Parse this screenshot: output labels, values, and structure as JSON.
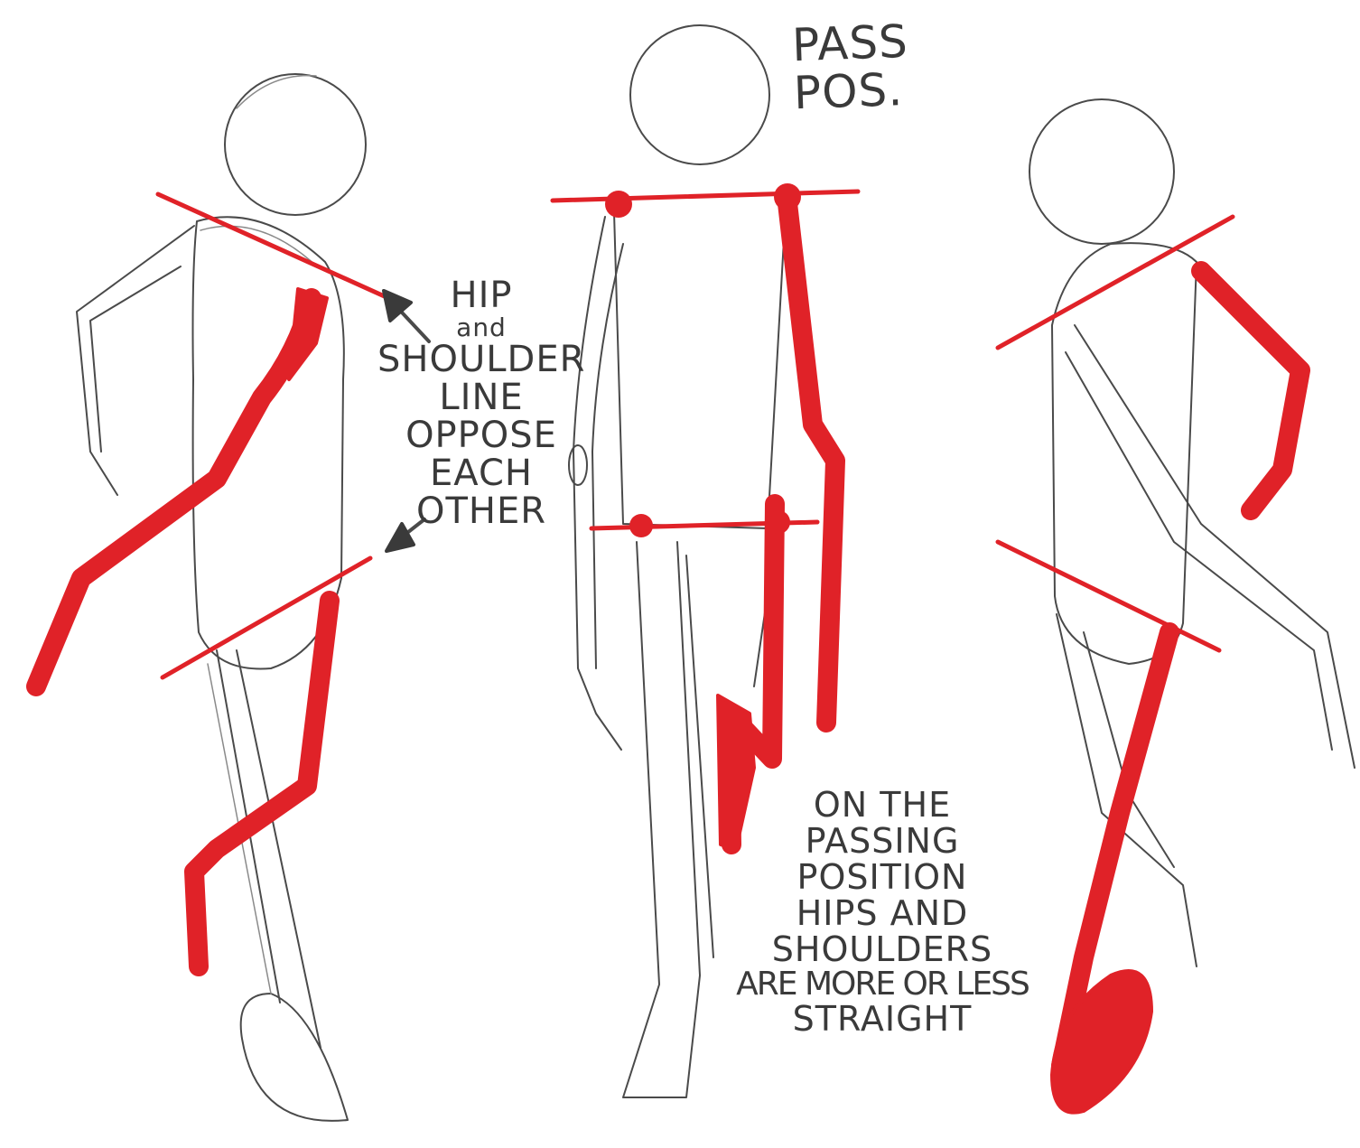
{
  "labels": {
    "pass_pos_line1": "PASS",
    "pass_pos_line2": "POS.",
    "hip_note": [
      "HIP",
      "and",
      "SHOULDER",
      "LINE",
      "OPPOSE",
      "EACH",
      "OTHER"
    ],
    "passing_note": [
      "ON THE",
      "PASSING",
      "POSITION",
      "HIPS AND",
      "SHOULDERS",
      "ARE MORE OR LESS",
      "STRAIGHT"
    ]
  },
  "colors": {
    "ink": "#4a4a4a",
    "accent": "#e02228",
    "background": "#ffffff"
  }
}
